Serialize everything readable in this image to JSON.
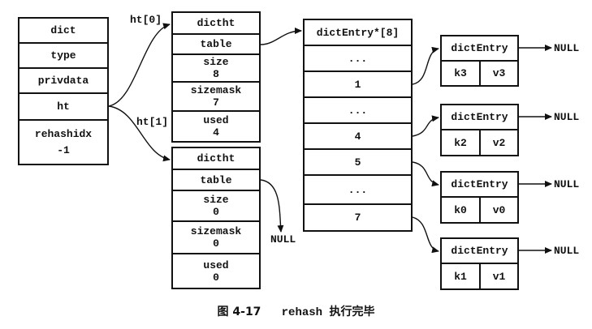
{
  "dict": {
    "title": "dict",
    "type": "type",
    "privdata": "privdata",
    "ht": "ht",
    "rehashidx_label": "rehashidx",
    "rehashidx_value": "-1"
  },
  "ht0": {
    "pointer_label": "ht[0]",
    "title": "dictht",
    "table": "table",
    "size_label": "size",
    "size_value": "8",
    "sizemask_label": "sizemask",
    "sizemask_value": "7",
    "used_label": "used",
    "used_value": "4"
  },
  "ht1": {
    "pointer_label": "ht[1]",
    "title": "dictht",
    "table": "table",
    "size_label": "size",
    "size_value": "0",
    "sizemask_label": "sizemask",
    "sizemask_value": "0",
    "used_label": "used",
    "used_value": "0",
    "table_null": "NULL"
  },
  "table_array": {
    "title": "dictEntry*[8]",
    "slots": [
      "...",
      "1",
      "...",
      "4",
      "5",
      "...",
      "7"
    ]
  },
  "entries": [
    {
      "title": "dictEntry",
      "key": "k3",
      "value": "v3",
      "next": "NULL"
    },
    {
      "title": "dictEntry",
      "key": "k2",
      "value": "v2",
      "next": "NULL"
    },
    {
      "title": "dictEntry",
      "key": "k0",
      "value": "v0",
      "next": "NULL"
    },
    {
      "title": "dictEntry",
      "key": "k1",
      "value": "v1",
      "next": "NULL"
    }
  ],
  "caption": {
    "label": "图 4-17",
    "text": "rehash 执行完毕"
  }
}
